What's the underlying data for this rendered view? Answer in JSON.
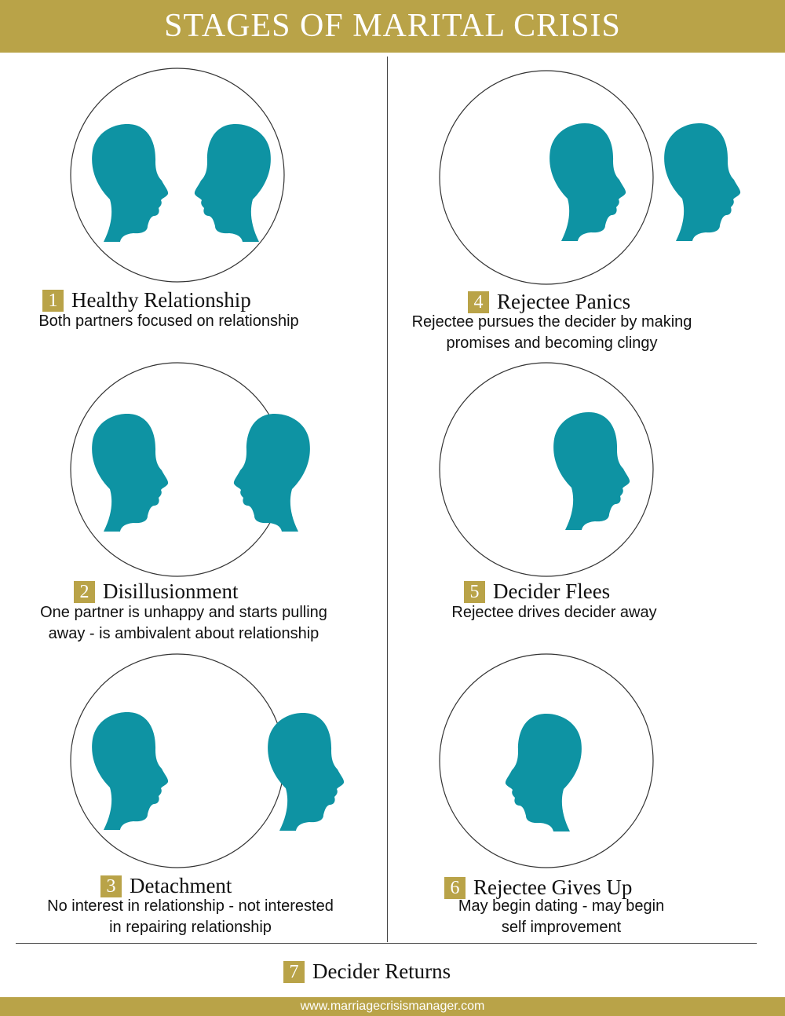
{
  "header": {
    "title": "STAGES OF MARITAL CRISIS"
  },
  "colors": {
    "gold": "#b9a348",
    "teal": "#0e93a3",
    "line": "#333333"
  },
  "icons": {
    "head": "head-profile-silhouette-icon"
  },
  "stages": [
    {
      "number": "1",
      "title": "Healthy Relationship",
      "description": [
        "Both partners focused on relationship"
      ]
    },
    {
      "number": "2",
      "title": "Disillusionment",
      "description": [
        "One partner is unhappy and starts pulling",
        "away - is ambivalent about relationship"
      ]
    },
    {
      "number": "3",
      "title": "Detachment",
      "description": [
        "No interest in relationship - not interested",
        "in repairing relationship"
      ]
    },
    {
      "number": "4",
      "title": "Rejectee Panics",
      "description": [
        "Rejectee pursues the decider by making",
        "promises and becoming clingy"
      ]
    },
    {
      "number": "5",
      "title": "Decider Flees",
      "description": [
        "Rejectee drives decider away"
      ]
    },
    {
      "number": "6",
      "title": "Rejectee Gives Up",
      "description": [
        "May begin dating - may begin",
        "self improvement"
      ]
    },
    {
      "number": "7",
      "title": "Decider Returns",
      "description": []
    }
  ],
  "footer": {
    "url": "www.marriagecrisismanager.com"
  }
}
